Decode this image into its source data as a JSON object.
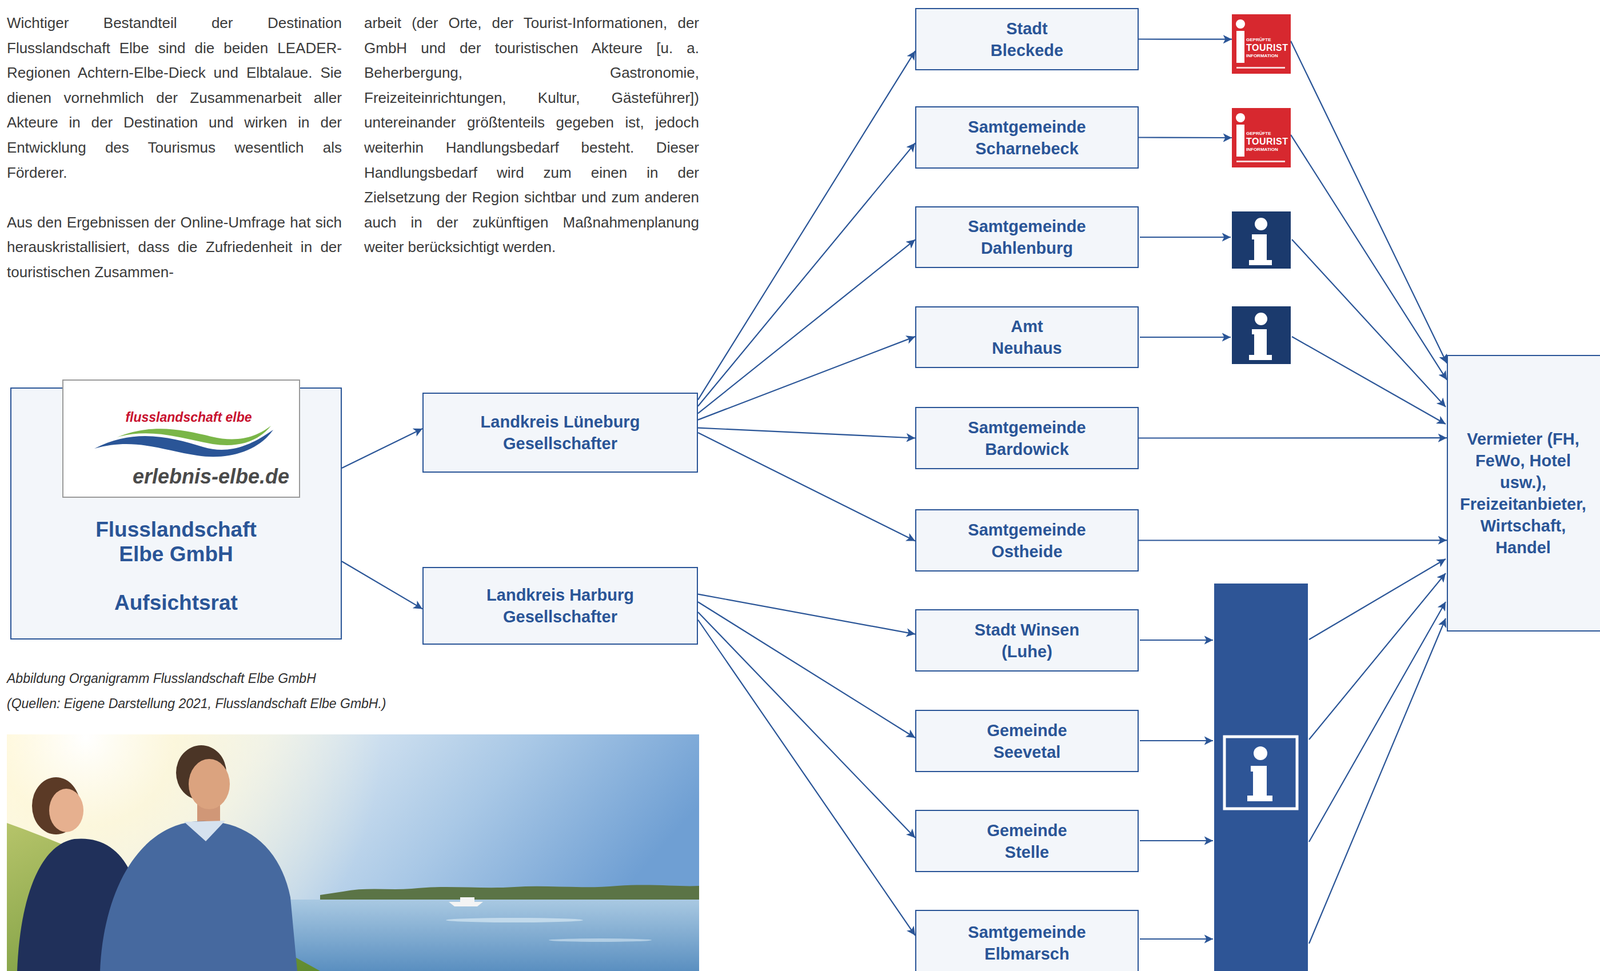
{
  "diagram": {
    "caption": "Abbildung Organigramm Flusslandschaft Elbe GmbH",
    "nodes": [
      {
        "text": [
          "Flusslandschaft Elbe GmbH",
          "Aufsichtsrat"
        ]
      },
      {
        "text": [
          "flusslandschaft elbe",
          "erlebnis-elbe.de"
        ],
        "in": 0
      },
      {
        "text": [
          "Landkreis Lüneburg Gesellschafter"
        ]
      },
      {
        "text": [
          "Landkreis Harburg Gesellschafter"
        ]
      },
      {
        "text": [
          "Stadt Bleckede"
        ]
      },
      {
        "text": [
          "GEPRÜFTE",
          "TOURIST",
          "INFORMATION"
        ]
      },
      {
        "text": [
          "Samtgemeinde Scharnebeck"
        ]
      },
      {
        "text": [
          "GEPRÜFTE",
          "TOURIST",
          "INFORMATION"
        ]
      },
      {
        "text": [
          "Samtgemeinde Dahlenburg"
        ]
      },
      {
        "text": [
          "Amt Neuhaus"
        ]
      },
      {
        "text": [
          "Samtgemeinde Bardowick"
        ]
      },
      {
        "text": [
          "Samtgemeinde Ostheide"
        ]
      },
      {
        "text": [
          "Stadt Winsen (Luhe)"
        ]
      },
      {
        "text": [
          "Gemeinde Seevetal"
        ]
      },
      {
        "text": [
          "Gemeinde Stelle"
        ]
      },
      {
        "text": [
          "Samtgemeinde Elbmarsch"
        ]
      },
      {
        "text": [
          "Vermieter (FH, FeWo, Hotel usw.), Freizeitanbieter, Wirtschaft, Handel"
        ]
      }
    ],
    "edges": [
      {
        "from": 0,
        "to": 2,
        "arrow": "to"
      },
      {
        "from": 0,
        "to": 3,
        "arrow": "to"
      },
      {
        "from": 2,
        "to": 4,
        "arrow": "to"
      },
      {
        "from": 2,
        "to": 6,
        "arrow": "to"
      },
      {
        "from": 2,
        "to": 8,
        "arrow": "to"
      },
      {
        "from": 2,
        "to": 9,
        "arrow": "to"
      },
      {
        "from": 2,
        "to": 10,
        "arrow": "to"
      },
      {
        "from": 2,
        "to": 11,
        "arrow": "to"
      },
      {
        "from": 3,
        "to": 12,
        "arrow": "to"
      },
      {
        "from": 3,
        "to": 13,
        "arrow": "to"
      },
      {
        "from": 3,
        "to": 14,
        "arrow": "to"
      },
      {
        "from": 3,
        "to": 15,
        "arrow": "to"
      },
      {
        "from": 4,
        "to": 5,
        "arrow": "to"
      },
      {
        "from": 6,
        "to": 7,
        "arrow": "to"
      },
      {
        "from": 5,
        "to": 16,
        "arrow": "to"
      },
      {
        "from": 7,
        "to": 16,
        "arrow": "to"
      },
      {
        "from": 10,
        "to": 16,
        "arrow": "to"
      },
      {
        "from": 11,
        "to": 16,
        "arrow": "to"
      }
    ],
    "labels": [
      "Wichtiger Bestandteil der Destination Flusslandschaft Elbe sind die beiden LEADER-Regionen Achtern-Elbe-Dieck und Elbtalaue. Sie dienen vornehmlich der Zusammenarbeit aller Akteure in der Destination und wirken in der Entwicklung des Tourismus wesentlich als Förderer.",
      "Aus den Ergebnissen der Online-Umfrage hat sich herauskristallisiert, dass die Zufriedenheit in der touristischen Zusammen-",
      "arbeit (der Orte, der Tourist-Informationen, der GmbH und der touristischen Akteure [u. a. Beherbergung, Gastronomie, Freizeiteinrichtungen, Kultur, Gästeführer]) untereinander größtenteils gegeben ist, jedoch weiterhin Handlungsbedarf besteht. Dieser Handlungsbedarf wird zum einen in der Zielsetzung der Region sichtbar und zum anderen auch in der zukünftigen Maßnahmenplanung weiter berücksichtigt werden.",
      "(Quellen: Eigene Darstellung 2021, Flusslandschaft Elbe GmbH.)"
    ]
  }
}
